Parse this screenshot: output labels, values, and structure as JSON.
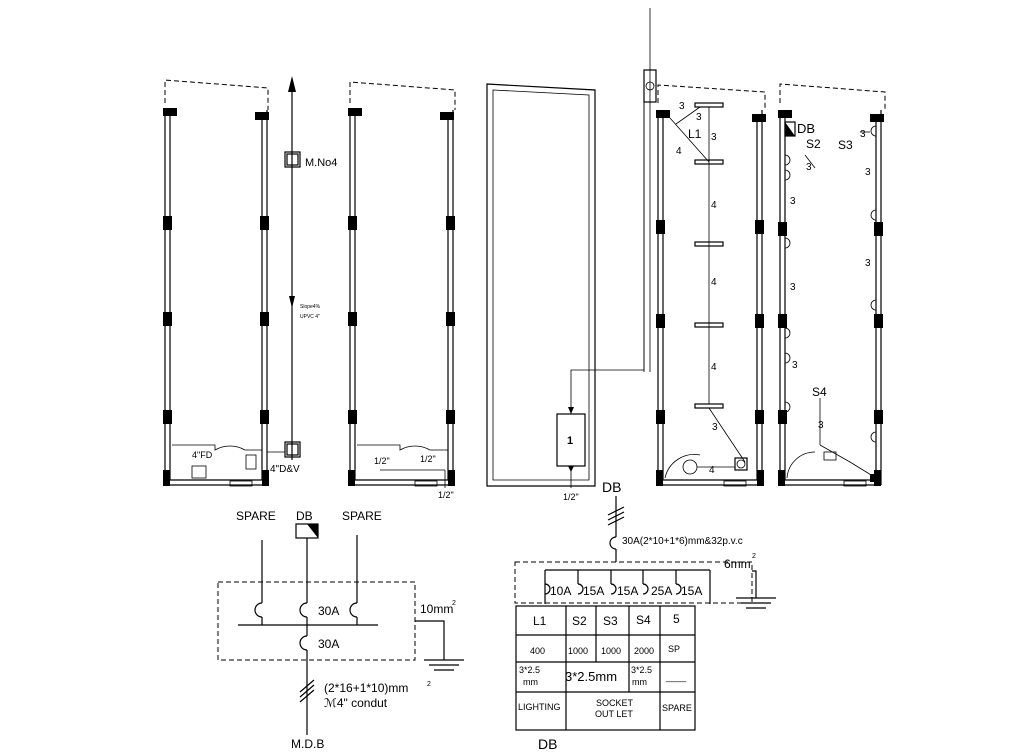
{
  "plans": {
    "plumbing": {
      "mno_label": "M.No4",
      "slope_label_1": "Slope4%",
      "slope_label_2": "UPVC 4\"",
      "dv_label": "4\"D&V",
      "fd_label": "4\"FD"
    },
    "water": {
      "half_1": "1/2\"",
      "half_2": "1/2\"",
      "half_3": "1/2\""
    },
    "middle": {
      "box_label": "1",
      "half": "1/2\""
    },
    "lighting": {
      "circuit_l1": "L1",
      "n3a": "3",
      "n3b": "3",
      "n3c": "3",
      "n4a": "4",
      "n4b": "4",
      "n4c": "4",
      "n4d": "4",
      "n3d": "3",
      "n4e": "4"
    },
    "sockets": {
      "db": "DB",
      "s2": "S2",
      "s3": "S3",
      "s4": "S4",
      "n3a": "3",
      "n3b": "3",
      "n3c": "3",
      "n3d": "3",
      "n3e": "3",
      "n3f": "3",
      "n3g": "3",
      "n3h": "3"
    }
  },
  "main_panel": {
    "spare_left": "SPARE",
    "db": "DB",
    "spare_right": "SPARE",
    "breaker_1": "30A",
    "breaker_2": "30A",
    "earth": "10mm",
    "earth_sup": "2",
    "cable": "(2*16+1*10)mm",
    "cable_sup": "2",
    "conduit": "ℳ4\" condut",
    "mdb": "M.D.B"
  },
  "db_schedule": {
    "db_top": "DB",
    "feeder": "30A(2*10+1*6)mm&32p.v.c",
    "earth": "6mm",
    "earth_sup": "2",
    "breakers": [
      "10A",
      "15A",
      "15A",
      "25A",
      "15A"
    ],
    "table": {
      "circuits": [
        "L1",
        "S2",
        "S3",
        "S4",
        "5"
      ],
      "loads": [
        "400",
        "1000",
        "1000",
        "2000",
        "SP"
      ],
      "cable_l1": "3*2.5",
      "cable_l1b": "mm",
      "cable_mid": "3*2.5mm",
      "cable_s4": "3*2.5",
      "cable_s4b": "mm",
      "cable_sp": "____",
      "type_lighting": "LIGHTING",
      "type_socket_1": "SOCKET",
      "type_socket_2": "OUT LET",
      "type_spare": "SPARE"
    },
    "db_bottom": "DB"
  }
}
